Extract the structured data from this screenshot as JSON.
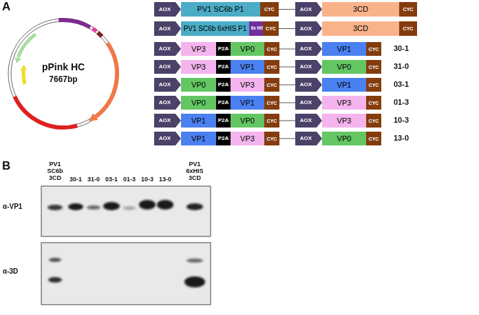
{
  "diagram": {
    "nodes": [
      {
        "text": [
          "AOX"
        ]
      },
      {
        "text": [
          "PV1 SC6b P1"
        ]
      },
      {
        "text": [
          "CYC"
        ]
      },
      {
        "text": [
          "AOX"
        ]
      },
      {
        "text": [
          "3CD"
        ]
      },
      {
        "text": [
          "CYC"
        ]
      },
      {
        "text": [
          "AOX"
        ]
      },
      {
        "text": [
          "PV1 SC6b 6xHIS P1"
        ]
      },
      {
        "text": [
          "6x HIS"
        ]
      },
      {
        "text": [
          "CYC"
        ]
      },
      {
        "text": [
          "AOX"
        ]
      },
      {
        "text": [
          "3CD"
        ]
      },
      {
        "text": [
          "CYC"
        ]
      },
      {
        "text": [
          "AOX"
        ]
      },
      {
        "text": [
          "VP3"
        ]
      },
      {
        "text": [
          "P2A"
        ]
      },
      {
        "text": [
          "VP0"
        ]
      },
      {
        "text": [
          "CYC"
        ]
      },
      {
        "text": [
          "AOX"
        ]
      },
      {
        "text": [
          "VP1"
        ]
      },
      {
        "text": [
          "CYC"
        ]
      },
      {
        "text": [
          "AOX"
        ]
      },
      {
        "text": [
          "VP3"
        ]
      },
      {
        "text": [
          "P2A"
        ]
      },
      {
        "text": [
          "VP1"
        ]
      },
      {
        "text": [
          "CYC"
        ]
      },
      {
        "text": [
          "AOX"
        ]
      },
      {
        "text": [
          "VP0"
        ]
      },
      {
        "text": [
          "CYC"
        ]
      },
      {
        "text": [
          "AOX"
        ]
      },
      {
        "text": [
          "VP0"
        ]
      },
      {
        "text": [
          "P2A"
        ]
      },
      {
        "text": [
          "VP3"
        ]
      },
      {
        "text": [
          "CYC"
        ]
      },
      {
        "text": [
          "AOX"
        ]
      },
      {
        "text": [
          "VP1"
        ]
      },
      {
        "text": [
          "CYC"
        ]
      },
      {
        "text": [
          "AOX"
        ]
      },
      {
        "text": [
          "VP0"
        ]
      },
      {
        "text": [
          "P2A"
        ]
      },
      {
        "text": [
          "VP1"
        ]
      },
      {
        "text": [
          "CYC"
        ]
      },
      {
        "text": [
          "AOX"
        ]
      },
      {
        "text": [
          "VP3"
        ]
      },
      {
        "text": [
          "CYC"
        ]
      },
      {
        "text": [
          "AOX"
        ]
      },
      {
        "text": [
          "VP1"
        ]
      },
      {
        "text": [
          "P2A"
        ]
      },
      {
        "text": [
          "VP0"
        ]
      },
      {
        "text": [
          "CYC"
        ]
      },
      {
        "text": [
          "AOX"
        ]
      },
      {
        "text": [
          "VP3"
        ]
      },
      {
        "text": [
          "CYC"
        ]
      },
      {
        "text": [
          "AOX"
        ]
      },
      {
        "text": [
          "VP1"
        ]
      },
      {
        "text": [
          "P2A"
        ]
      },
      {
        "text": [
          "VP3"
        ]
      },
      {
        "text": [
          "CYC"
        ]
      },
      {
        "text": [
          "AOX"
        ]
      },
      {
        "text": [
          "VP0"
        ]
      },
      {
        "text": [
          "CYC"
        ]
      }
    ],
    "edges": [
      {
        "from": 2,
        "to": 3,
        "arrow": "none"
      },
      {
        "from": 9,
        "to": 10,
        "arrow": "none"
      },
      {
        "from": 17,
        "to": 18,
        "arrow": "none"
      },
      {
        "from": 25,
        "to": 26,
        "arrow": "none"
      },
      {
        "from": 33,
        "to": 34,
        "arrow": "none"
      },
      {
        "from": 41,
        "to": 42,
        "arrow": "none"
      },
      {
        "from": 49,
        "to": 50,
        "arrow": "none"
      },
      {
        "from": 57,
        "to": 58,
        "arrow": "none"
      }
    ],
    "labels": [
      "A",
      "pPink HC",
      "7667bp",
      "30-1",
      "31-0",
      "03-1",
      "01-3",
      "10-3",
      "13-0",
      "B",
      "PV1 SC6b 3CD",
      "30-1",
      "31-0",
      "03-1",
      "01-3",
      "10-3",
      "13-0",
      "PV1 6xHIS 3CD",
      "α-VP1",
      "α-3D"
    ]
  }
}
